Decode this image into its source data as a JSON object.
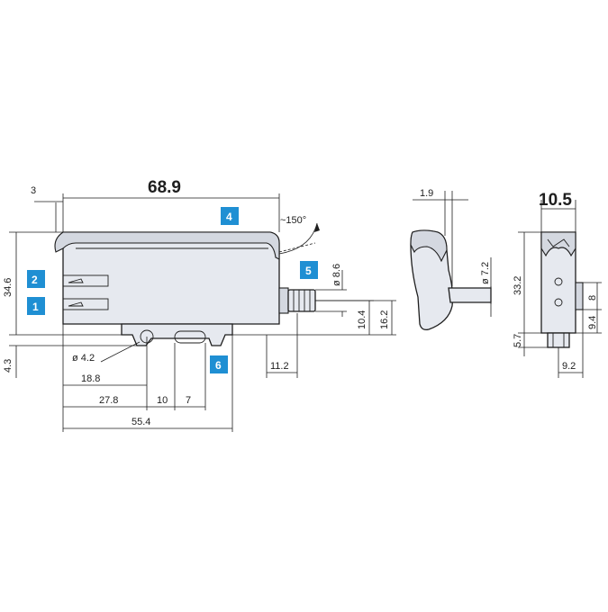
{
  "dimensions": {
    "overall_length": "68.9",
    "left_offset": "3",
    "height": "34.6",
    "base_height": "4.3",
    "hole_diameter": "ø 4.2",
    "hole_pos": "18.8",
    "slot_start": "27.8",
    "slot_span_a": "10",
    "slot_span_b": "7",
    "mount_length": "55.4",
    "cover_angle": "~150°",
    "connector_diameter": "ø 8.6",
    "connector_height_a": "10.4",
    "connector_height_b": "16.2",
    "connector_length": "11.2",
    "side_offset": "1.9",
    "cable_diameter": "ø 7.2",
    "width": "10.5",
    "end_height": "33.2",
    "end_base": "5.7",
    "end_bottom_width": "9.2",
    "end_hole_a": "8",
    "end_hole_b": "9.4"
  },
  "badges": {
    "b1": "1",
    "b2": "2",
    "b4": "4",
    "b5": "5",
    "b6": "6"
  },
  "colors": {
    "badge": "#1f8fd3",
    "body_fill": "#e6e9ef",
    "line": "#1e1e1e"
  }
}
